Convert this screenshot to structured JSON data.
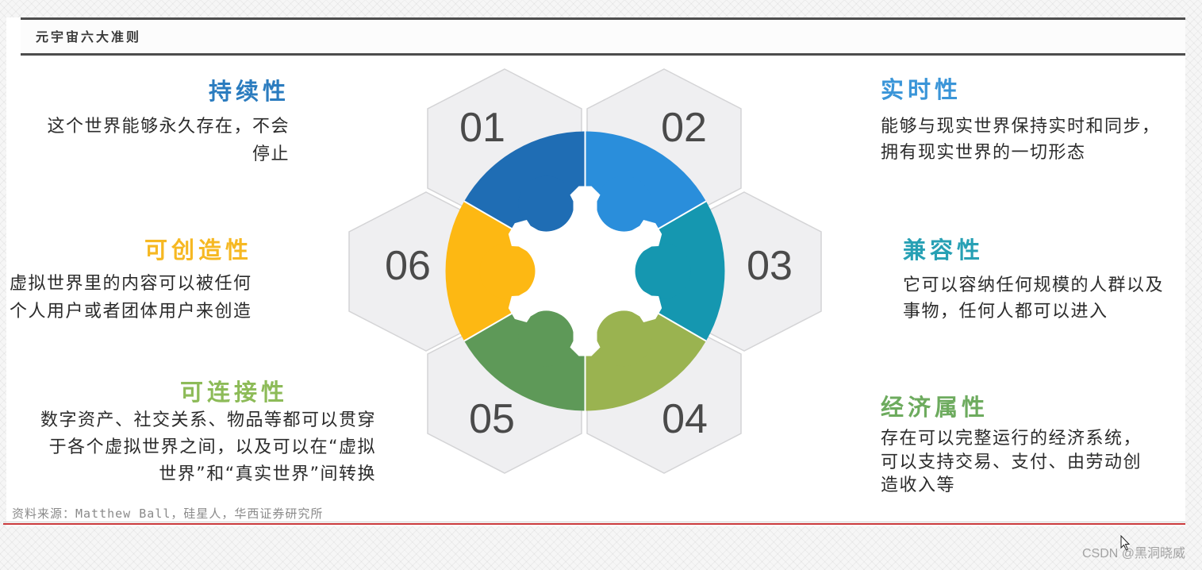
{
  "header": {
    "title": "元宇宙六大准则"
  },
  "principles": [
    {
      "number": "01",
      "title": "持续性",
      "title_color": "#2b7cbf",
      "segment_color": "#1f6db4",
      "lines": [
        "这个世界能够永久存在，不会",
        "停止"
      ]
    },
    {
      "number": "02",
      "title": "实时性",
      "title_color": "#3a95d8",
      "segment_color": "#2a8edb",
      "lines": [
        "能够与现实世界保持实时和同步，",
        "拥有现实世界的一切形态"
      ]
    },
    {
      "number": "03",
      "title": "兼容性",
      "title_color": "#27a0b4",
      "segment_color": "#1597b0",
      "lines": [
        "它可以容纳任何规模的人群以及",
        "事物，任何人都可以进入"
      ]
    },
    {
      "number": "04",
      "title": "经济属性",
      "title_color": "#6dab5e",
      "segment_color": "#9ab350",
      "lines": [
        "存在可以完整运行的经济系统，",
        "可以支持交易、支付、由劳动创",
        "造收入等"
      ]
    },
    {
      "number": "05",
      "title": "可连接性",
      "title_color": "#8dbb58",
      "segment_color": "#5e9958",
      "lines": [
        "数字资产、社交关系、物品等都可以贯穿",
        "于各个虚拟世界之间，以及可以在“虚拟",
        "世界”和“真实世界”间转换"
      ]
    },
    {
      "number": "06",
      "title": "可创造性",
      "title_color": "#f6b822",
      "segment_color": "#fdb813",
      "lines": [
        "虚拟世界里的内容可以被任何",
        "个人用户或者团体用户来创造"
      ]
    }
  ],
  "footer": {
    "source": "资料来源：Matthew Ball，硅星人，华西证券研究所"
  },
  "watermark": {
    "text": "CSDN @黑洞晓威"
  }
}
